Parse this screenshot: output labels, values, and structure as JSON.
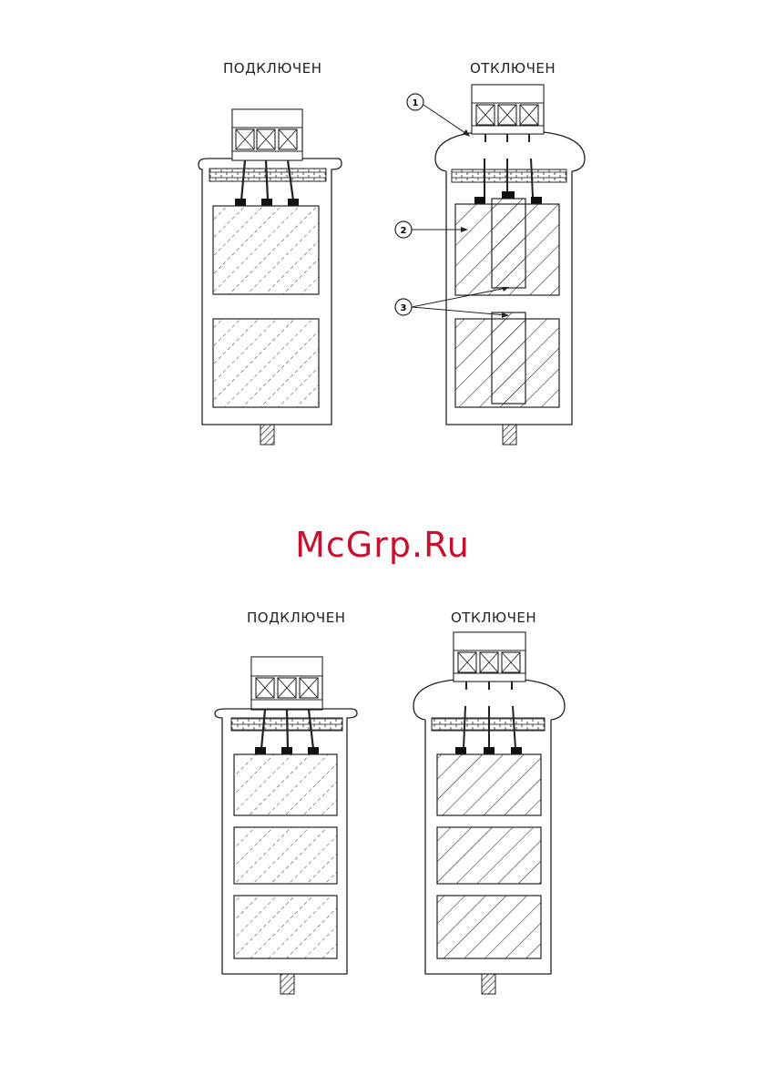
{
  "top": {
    "left_label": "ПОДКЛЮЧЕН",
    "right_label": "ОТКЛЮЧЕН"
  },
  "bottom": {
    "left_label": "ПОДКЛЮЧЕН",
    "right_label": "ОТКЛЮЧЕН"
  },
  "callouts": [
    "1",
    "2",
    "3"
  ],
  "watermark": {
    "text": "McGrp.Ru",
    "color": "#c8102e"
  }
}
